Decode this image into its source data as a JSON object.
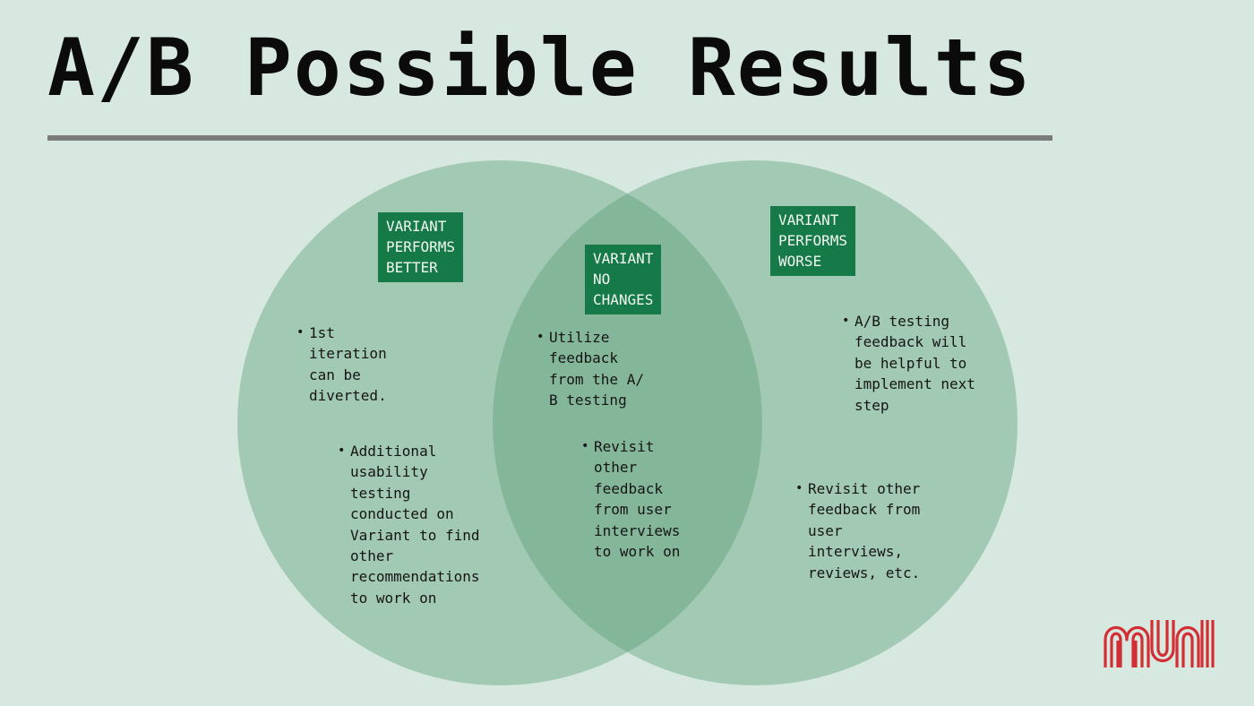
{
  "slide": {
    "title": "A/B Possible Results",
    "colors": {
      "background": "#d6e8df",
      "circle_fill": "#5a9d78",
      "tag_fill": "#157a48",
      "rule": "#7c7c7c",
      "logo": "#d42e35"
    }
  },
  "venn": {
    "left": {
      "tag": [
        "VARIANT",
        "PERFORMS",
        "BETTER"
      ],
      "notes": [
        [
          "1st",
          "iteration",
          "can be",
          "diverted."
        ],
        [
          "Additional",
          "usability",
          "testing",
          "conducted on",
          "Variant to find",
          "other",
          "recommendations",
          "to work on"
        ]
      ]
    },
    "middle": {
      "tag": [
        "VARIANT",
        "NO",
        "CHANGES"
      ],
      "notes": [
        [
          "Utilize",
          "feedback",
          "from the A/",
          "B testing"
        ],
        [
          "Revisit",
          "other",
          "feedback",
          "from user",
          "interviews",
          "to work on"
        ]
      ]
    },
    "right": {
      "tag": [
        "VARIANT",
        "PERFORMS",
        "WORSE"
      ],
      "notes": [
        [
          "A/B testing",
          "feedback will",
          "be helpful to",
          "implement next",
          "step"
        ],
        [
          "Revisit other",
          "feedback from",
          "user",
          "interviews,",
          "reviews, etc."
        ]
      ]
    }
  },
  "logo": {
    "icon": "muni-logo-icon"
  }
}
